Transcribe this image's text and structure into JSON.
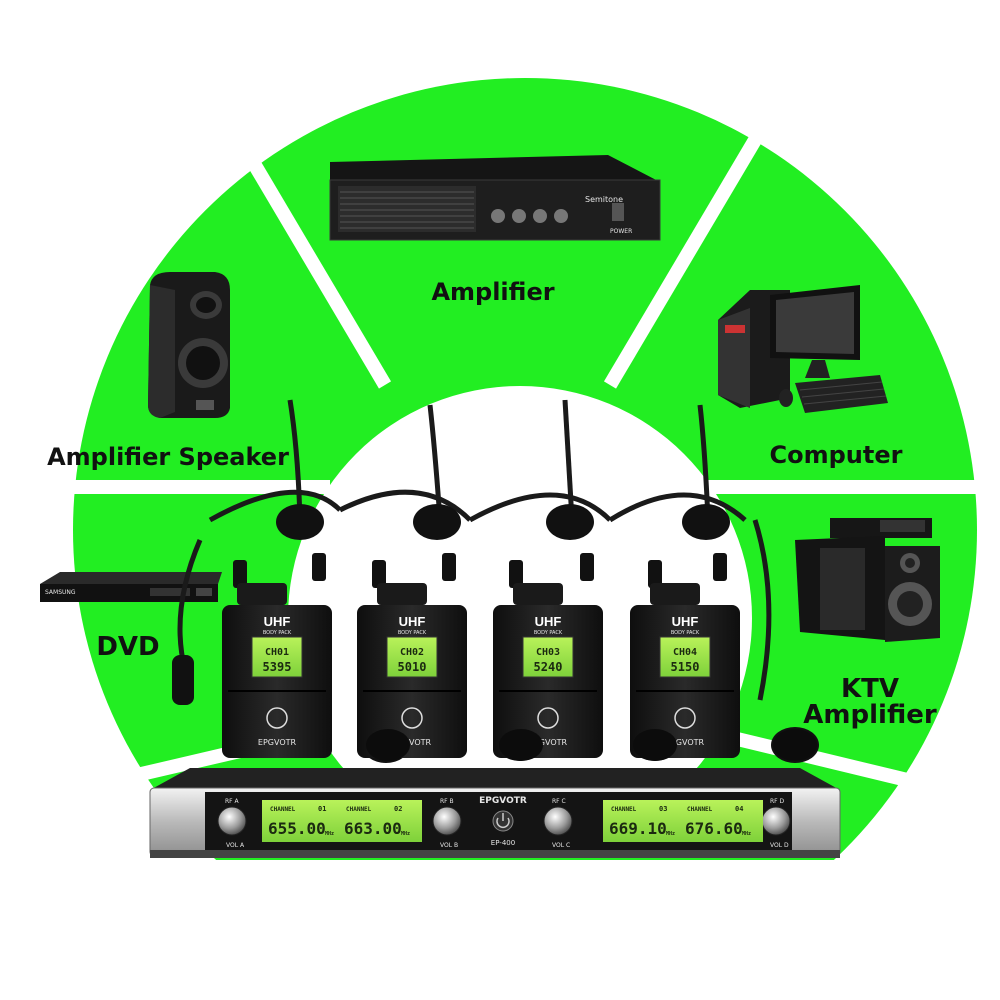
{
  "colors": {
    "accent": "#22ee22",
    "divider": "#ffffff",
    "device": "#1c1c1c"
  },
  "segments": [
    {
      "label": "Amplifier Speaker",
      "icon": "speaker-icon"
    },
    {
      "label": "Amplifier",
      "icon": "power-amplifier-icon"
    },
    {
      "label": "Computer",
      "icon": "desktop-computer-icon"
    },
    {
      "label": "DVD",
      "icon": "dvd-player-icon"
    },
    {
      "label": "KTV",
      "label2": "Amplifier",
      "icon": "ktv-speaker-icon"
    }
  ],
  "amplifier_brand": "Semitone",
  "amplifier_power_label": "POWER",
  "dvd_brand": "SAMSUNG",
  "bodypacks": [
    {
      "band": "UHF",
      "tag": "BODY PACK",
      "channel": "CH01",
      "freq": "5395",
      "brand": "EPGVOTR"
    },
    {
      "band": "UHF",
      "tag": "BODY PACK",
      "channel": "CH02",
      "freq": "5010",
      "brand": "EPGVOTR"
    },
    {
      "band": "UHF",
      "tag": "BODY PACK",
      "channel": "CH03",
      "freq": "5240",
      "brand": "EPGVOTR"
    },
    {
      "band": "UHF",
      "tag": "BODY PACK",
      "channel": "CH04",
      "freq": "5150",
      "brand": "EPGVOTR"
    }
  ],
  "receiver": {
    "brand": "EPGVOTR",
    "model": "EP-400",
    "channel_label": "CHANNEL",
    "channels": [
      {
        "num": "01",
        "freq": "655.00",
        "unit": "MHz",
        "rf": "RF A",
        "vol": "VOL A"
      },
      {
        "num": "02",
        "freq": "663.00",
        "unit": "MHz",
        "rf": "RF B",
        "vol": "VOL B"
      },
      {
        "num": "03",
        "freq": "669.10",
        "unit": "MHz",
        "rf": "RF C",
        "vol": "VOL C"
      },
      {
        "num": "04",
        "freq": "676.60",
        "unit": "MHz",
        "rf": "RF D",
        "vol": "VOL D"
      }
    ]
  }
}
